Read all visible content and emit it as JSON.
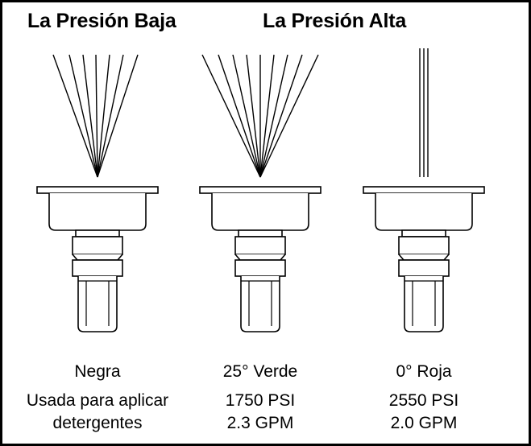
{
  "headings": {
    "low_pressure": "La Presión Baja",
    "high_pressure": "La Presión Alta"
  },
  "nozzles": [
    {
      "name": "Negra",
      "line1": "Usada para aplicar",
      "line2": "detergentes",
      "spray": "fan-narrow"
    },
    {
      "name": "25° Verde",
      "line1": "1750 PSI",
      "line2": "2.3 GPM",
      "spray": "fan-wide"
    },
    {
      "name": "0° Roja",
      "line1": "2550 PSI",
      "line2": "2.0 GPM",
      "spray": "straight"
    }
  ],
  "colors": {
    "ink": "#000000",
    "background": "#ffffff"
  }
}
